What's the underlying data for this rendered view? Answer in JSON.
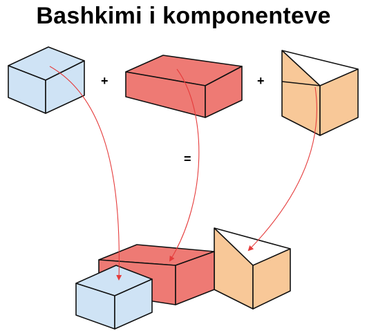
{
  "title": "Bashkimi i komponenteve",
  "operators": {
    "plus_1": "+",
    "plus_2": "+",
    "equals": "="
  },
  "colors": {
    "blue_fill": "#cfe3f5",
    "red_fill": "#ee7a74",
    "orange_fill": "#f8c898",
    "arrow": "#e53b3b",
    "edge": "#111111"
  },
  "components": [
    {
      "id": "blue-block",
      "color": "blue_fill"
    },
    {
      "id": "red-block",
      "color": "red_fill"
    },
    {
      "id": "orange-block",
      "color": "orange_fill"
    }
  ]
}
